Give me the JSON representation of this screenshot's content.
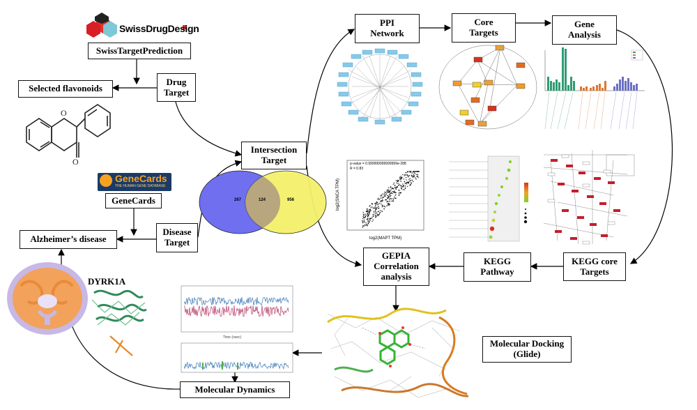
{
  "logos": {
    "swissdrugdesign": "SwissDrugDesign",
    "genecards_main": "GeneCards",
    "genecards_sub": "THE HUMAN GENE DATABASE"
  },
  "nodes": {
    "swiss_target_prediction": "SwissTargetPrediction",
    "selected_flavonoids": "Selected flavonoids",
    "drug_target": "Drug\nTarget",
    "genecards": "GeneCards",
    "alzheimers": "Alzheimer’s disease",
    "disease_target": "Disease\nTarget",
    "intersection_target": "Intersection\nTarget",
    "ppi_network": "PPI\nNetwork",
    "core_targets": "Core\nTargets",
    "gene_analysis": "Gene\nAnalysis",
    "kegg_core_targets": "KEGG core\nTargets",
    "kegg_pathway": "KEGG\nPathway",
    "gepia": "GEPIA\nCorrelation\nanalysis",
    "molecular_docking": "Molecular Docking\n(Glide)",
    "molecular_dynamics": "Molecular Dynamics"
  },
  "labels": {
    "dyrk1a": "DYRK1A"
  },
  "venn": {
    "left_value": "267",
    "middle_value": "124",
    "right_value": "956"
  },
  "gepia_plot": {
    "pvalue": "p-value = 0.999999999999999e-288",
    "r": "R = 0.83",
    "xlabel": "log2(MAPT TPM)",
    "ylabel": "log2(SNCA TPM)"
  },
  "colors": {
    "venn_left": "#6f6ff0",
    "venn_right": "#f3f06a",
    "ppi_node": "#86c9ea",
    "md_blue": "#3b78b5",
    "md_red": "#b53a64",
    "bar_green": "#2e9c74",
    "bar_orange": "#e0742a",
    "bar_purple": "#6a6fc4",
    "brain_orange": "#f2a25a",
    "brain_lilac": "#c7b8e6",
    "protein_green": "#2f8a5a",
    "inhibit_orange": "#e08a2a"
  }
}
